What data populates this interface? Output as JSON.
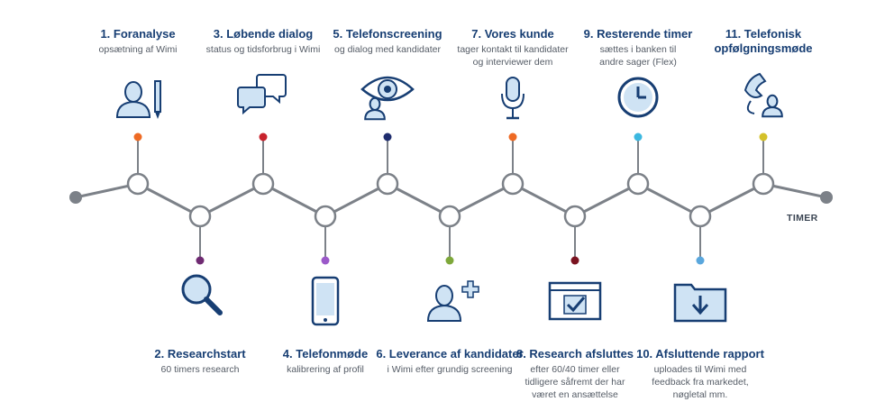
{
  "axis_label": "TIMER",
  "colors": {
    "line": "#7c8188",
    "node_fill": "#ffffff",
    "icon_fill": "#cfe3f4",
    "icon_stroke": "#173e73",
    "title": "#173e73",
    "text": "#555c66"
  },
  "steps": [
    {
      "title": "1. Foranalyse",
      "desc": [
        "opsætning af Wimi"
      ],
      "icon": "user-pencil-icon",
      "dot_color": "#ee6a24"
    },
    {
      "title": "2. Researchstart",
      "desc": [
        "60 timers research"
      ],
      "icon": "magnifier-icon",
      "dot_color": "#6f2a72"
    },
    {
      "title": "3. Løbende dialog",
      "desc": [
        "status og tidsforbrug i Wimi"
      ],
      "icon": "chat-bubbles-icon",
      "dot_color": "#c8232d"
    },
    {
      "title": "4. Telefonmøde",
      "desc": [
        "kalibrering af profil"
      ],
      "icon": "smartphone-icon",
      "dot_color": "#9b59c9"
    },
    {
      "title": "5. Telefonscreening",
      "desc": [
        "og dialog med kandidater"
      ],
      "icon": "eye-user-icon",
      "dot_color": "#1f2d6e"
    },
    {
      "title": "6. Leverance af kandidater",
      "desc": [
        "i Wimi efter grundig screening"
      ],
      "icon": "user-plus-icon",
      "dot_color": "#7ea83a"
    },
    {
      "title": "7. Vores kunde",
      "desc": [
        "tager kontakt til kandidater",
        "og interviewer dem"
      ],
      "icon": "microphone-icon",
      "dot_color": "#ee6a24"
    },
    {
      "title": "8. Research afsluttes",
      "desc": [
        "efter 60/40 timer eller",
        "tidligere såfremt der har",
        "været en ansættelse"
      ],
      "icon": "checkbox-window-icon",
      "dot_color": "#7a1320"
    },
    {
      "title": "9. Resterende timer",
      "desc": [
        "sættes i banken til",
        "andre sager (Flex)"
      ],
      "icon": "clock-icon",
      "dot_color": "#3cb8e0"
    },
    {
      "title": "10. Afsluttende rapport",
      "desc": [
        "uploades til Wimi med",
        "feedback fra markedet,",
        "nøgletal mm."
      ],
      "icon": "folder-download-icon",
      "dot_color": "#5aa7dd"
    },
    {
      "title": "11. Telefonisk opfølgningsmøde",
      "desc": [],
      "icon": "phone-user-icon",
      "dot_color": "#d4c12a"
    }
  ]
}
